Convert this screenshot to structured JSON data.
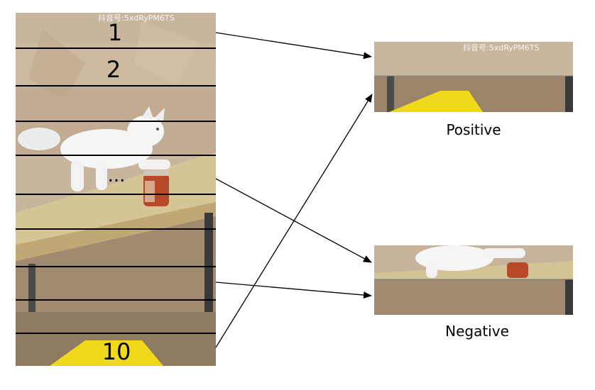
{
  "source_image": {
    "strip_labels": {
      "first": "1",
      "second": "2",
      "middle": "...",
      "last": "10"
    },
    "watermark": "抖音号:5xdRyPM6TS"
  },
  "outputs": {
    "positive": {
      "label": "Positive",
      "watermark": "抖音号:5xdRyPM6TS"
    },
    "negative": {
      "label": "Negative"
    }
  },
  "colors": {
    "wall": "#c6b29b",
    "tabletop": "#d8c896",
    "yellow_object": "#f0d81a",
    "cat": "#f4f4f4",
    "jar": "#b8482a",
    "lines": "#000000"
  }
}
